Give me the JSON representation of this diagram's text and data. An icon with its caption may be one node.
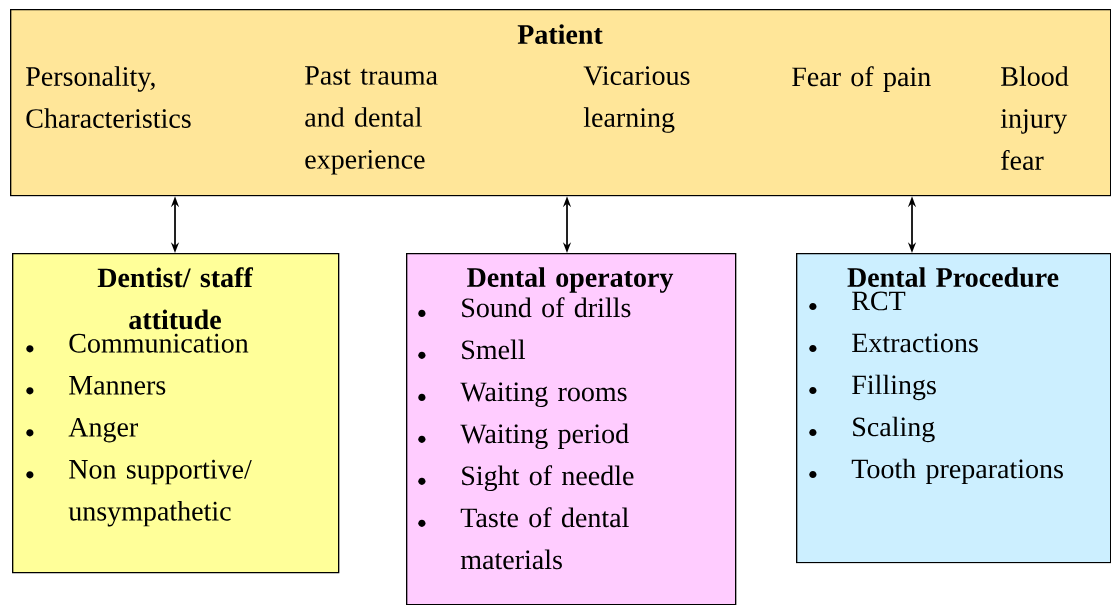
{
  "diagram": {
    "nodes": [
      {
        "text": [
          "Patient",
          "Personality, Characteristics",
          "Past trauma and dental experience",
          "Vicarious learning",
          "Fear of pain",
          "Blood injury fear"
        ]
      },
      {
        "text": [
          "Dentist/ staff attitude",
          "Communication",
          "Manners",
          "Anger",
          "Non supportive/ unsympathetic"
        ]
      },
      {
        "text": [
          "Dental operatory",
          "Sound of drills",
          "Smell",
          "Waiting rooms",
          "Waiting period",
          "Sight of needle",
          "Taste of dental materials"
        ]
      },
      {
        "text": [
          "Dental Procedure",
          "RCT",
          "Extractions",
          "Fillings",
          "Scaling",
          "Tooth preparations"
        ]
      }
    ],
    "edges": [
      {
        "from": 0,
        "to": 1,
        "arrow": "both"
      },
      {
        "from": 0,
        "to": 2,
        "arrow": "both"
      },
      {
        "from": 0,
        "to": 3,
        "arrow": "both"
      }
    ]
  }
}
